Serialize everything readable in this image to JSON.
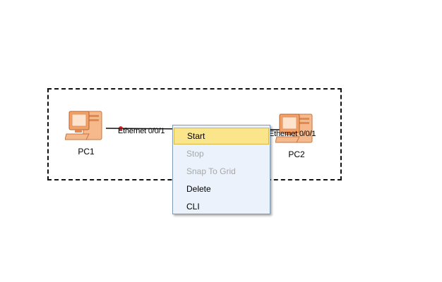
{
  "topology": {
    "devices": [
      {
        "name": "PC1",
        "icon": "pc-icon"
      },
      {
        "name": "PC2",
        "icon": "pc-icon"
      }
    ],
    "link": {
      "port_a": "Ethernet 0/0/1",
      "port_b": "Ethernet 0/0/1",
      "status_color": "#e03030"
    }
  },
  "context_menu": {
    "items": [
      {
        "label": "Start",
        "enabled": true,
        "highlighted": true
      },
      {
        "label": "Stop",
        "enabled": false
      },
      {
        "label": "Snap To Grid",
        "enabled": false
      },
      {
        "label": "Delete",
        "enabled": true
      },
      {
        "label": "CLI",
        "enabled": true
      }
    ]
  },
  "colors": {
    "menu_background": "#ebf2fb",
    "menu_highlight": "#fbe58a",
    "pc_body": "#f2a168"
  }
}
